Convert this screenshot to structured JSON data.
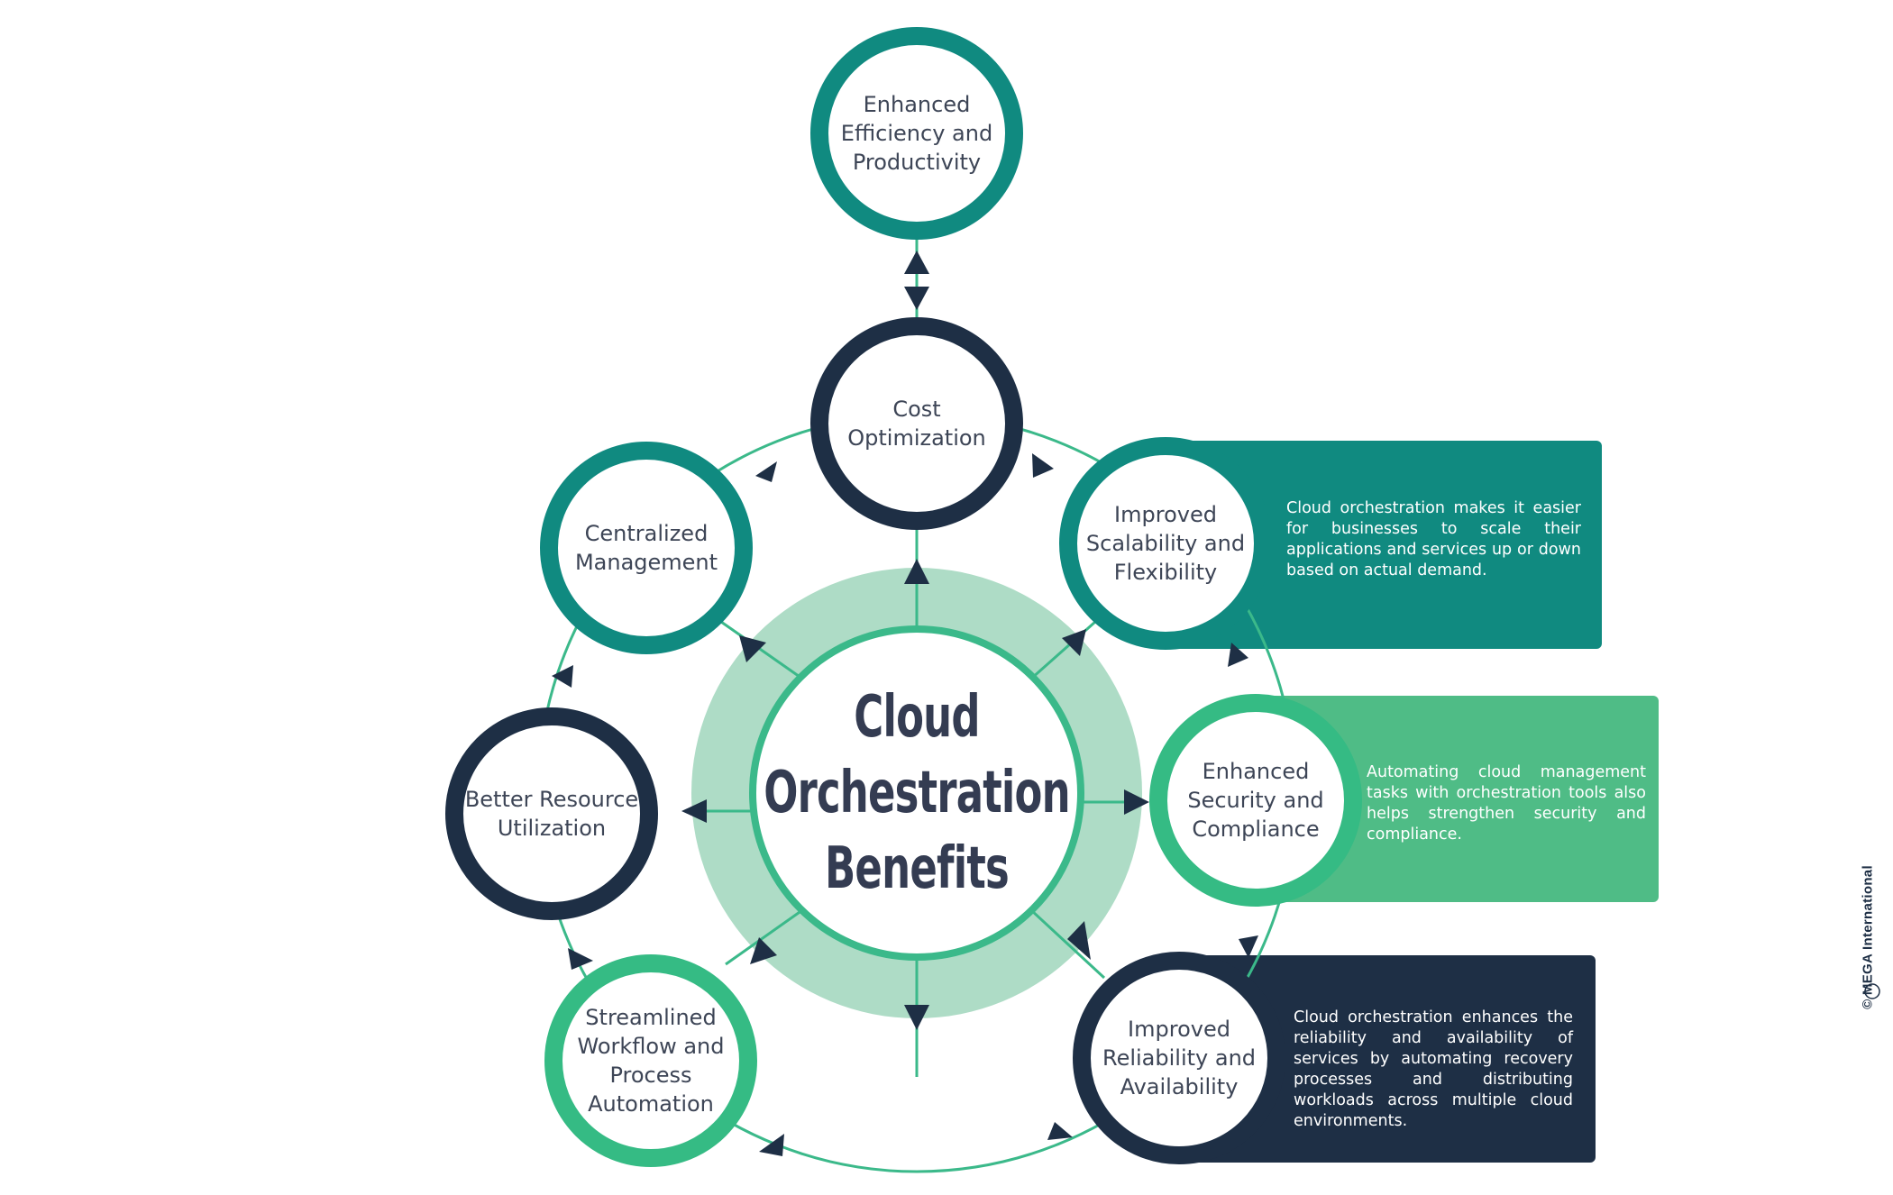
{
  "center": {
    "title": "Cloud\nOrchestration\nBenefits"
  },
  "nodes": {
    "efficiency": "Enhanced\nEfficiency and\nProductivity",
    "cost": "Cost\nOptimization",
    "scalability": "Improved\nScalability and\nFlexibility",
    "security": "Enhanced\nSecurity and\nCompliance",
    "reliability": "Improved\nReliability and\nAvailability",
    "workflow": "Streamlined\nWorkflow and\nProcess\nAutomation",
    "resource": "Better Resource\nUtilization",
    "centralized": "Centralized\nManagement"
  },
  "descriptions": {
    "scalability": "Cloud orchestration makes it easier for businesses to scale their applications and services up or down based on actual demand.",
    "security": "Automating cloud management tasks with orchestration tools also helps strengthen security and compliance.",
    "reliability": "Cloud orchestration enhances the reliability and availability of services by automating recovery processes and distributing workloads across multiple cloud environments."
  },
  "watermark": "© MEGA International",
  "colors": {
    "teal": "#108a80",
    "navy": "#1e2f45",
    "green": "#35bb84",
    "light_green": "#4fbc86",
    "halo": "#aedcc6",
    "line": "#3bb98a"
  }
}
